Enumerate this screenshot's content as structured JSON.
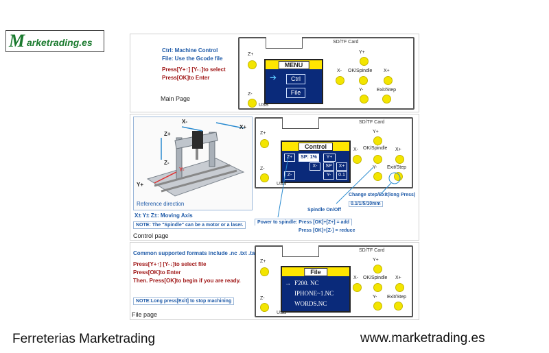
{
  "logo": {
    "initial": "M",
    "rest": "arketrading.es"
  },
  "main_page": {
    "lines_blue": [
      "Ctrl: Machine Control",
      "File: Use the Gcode file"
    ],
    "lines_red": [
      "Press[Y+↑] [Y-↓]to select",
      "Press[OK]to Enter"
    ],
    "caption": "Main Page",
    "screen_title": "MENU",
    "menu_items": [
      "Ctrl",
      "File"
    ],
    "arrow": "➔",
    "sd_label": "SD/TF Card",
    "usb_label": "USB",
    "buttons": {
      "zp": "Z+",
      "zm": "Z-",
      "yp": "Y+",
      "ym": "Y-",
      "xm": "X-",
      "xp": "X+",
      "ok": "OK/Spindle",
      "exit": "Exit/Step"
    }
  },
  "control_page": {
    "axes": {
      "xm": "X-",
      "xp": "X+",
      "zp": "Z+",
      "zm": "Z-",
      "yp": "Y+",
      "ym": "Y-"
    },
    "reference": "Reference direction",
    "moving_axis": "X± Y± Z±: Moving Axis",
    "note": "NOTE: The \"Spindle\" can be a motor or a laser.",
    "caption": "Control page",
    "screen_title": "Control",
    "cells": {
      "zp": "Z+",
      "sp": "SP: 1%",
      "yp": "Y+",
      "xm": "X-",
      "spbtn": "SP",
      "xp": "X+",
      "zm": "Z-",
      "ym": "Y-",
      "step": "0.1"
    },
    "sd_label": "SD/TF Card",
    "usb_label": "USB",
    "buttons": {
      "zp": "Z+",
      "zm": "Z-",
      "yp": "Y+",
      "ym": "Y-",
      "xm": "X-",
      "xp": "X+",
      "ok": "OK/Spindle",
      "exit": "Exit/Step"
    },
    "callout_step": "Change step/Exit(long Press)",
    "callout_step_values": "0.1/1/5/10mm",
    "callout_spindle": "Spindle On/Off",
    "power_add": "Power to spindle: Press [OK]+[Z+] = add",
    "power_reduce": "Press [OK]+[Z-] = reduce"
  },
  "file_page": {
    "formats": "Common supported formats include .nc .txt .tap",
    "lines_red": [
      "Press[Y+↑] [Y-↓]to select file",
      "Press[OK]to Enter",
      "Then. Press[OK]to begin if you are ready."
    ],
    "note": "NOTE:Long press[Exit] to stop machining",
    "caption": "File page",
    "screen_title": "File",
    "files": [
      "F200. NC",
      "IPHONE~1.NC",
      "WORDS.NC"
    ],
    "arrow": "→",
    "sd_label": "SD/TF Card",
    "usb_label": "USB",
    "buttons": {
      "zp": "Z+",
      "zm": "Z-",
      "yp": "Y+",
      "ym": "Y-",
      "xm": "X-",
      "xp": "X+",
      "ok": "OK/Spindle",
      "exit": "Exit/Step"
    }
  },
  "footer": {
    "left": "Ferreterias Marketrading",
    "right": "www.marketrading.es"
  },
  "colors": {
    "screen": "#0a2a7a",
    "header": "#ffe600",
    "button": "#f3e500",
    "blue_text": "#1e5aa8",
    "red_text": "#a01818",
    "logo_green": "#1a7a2e"
  }
}
